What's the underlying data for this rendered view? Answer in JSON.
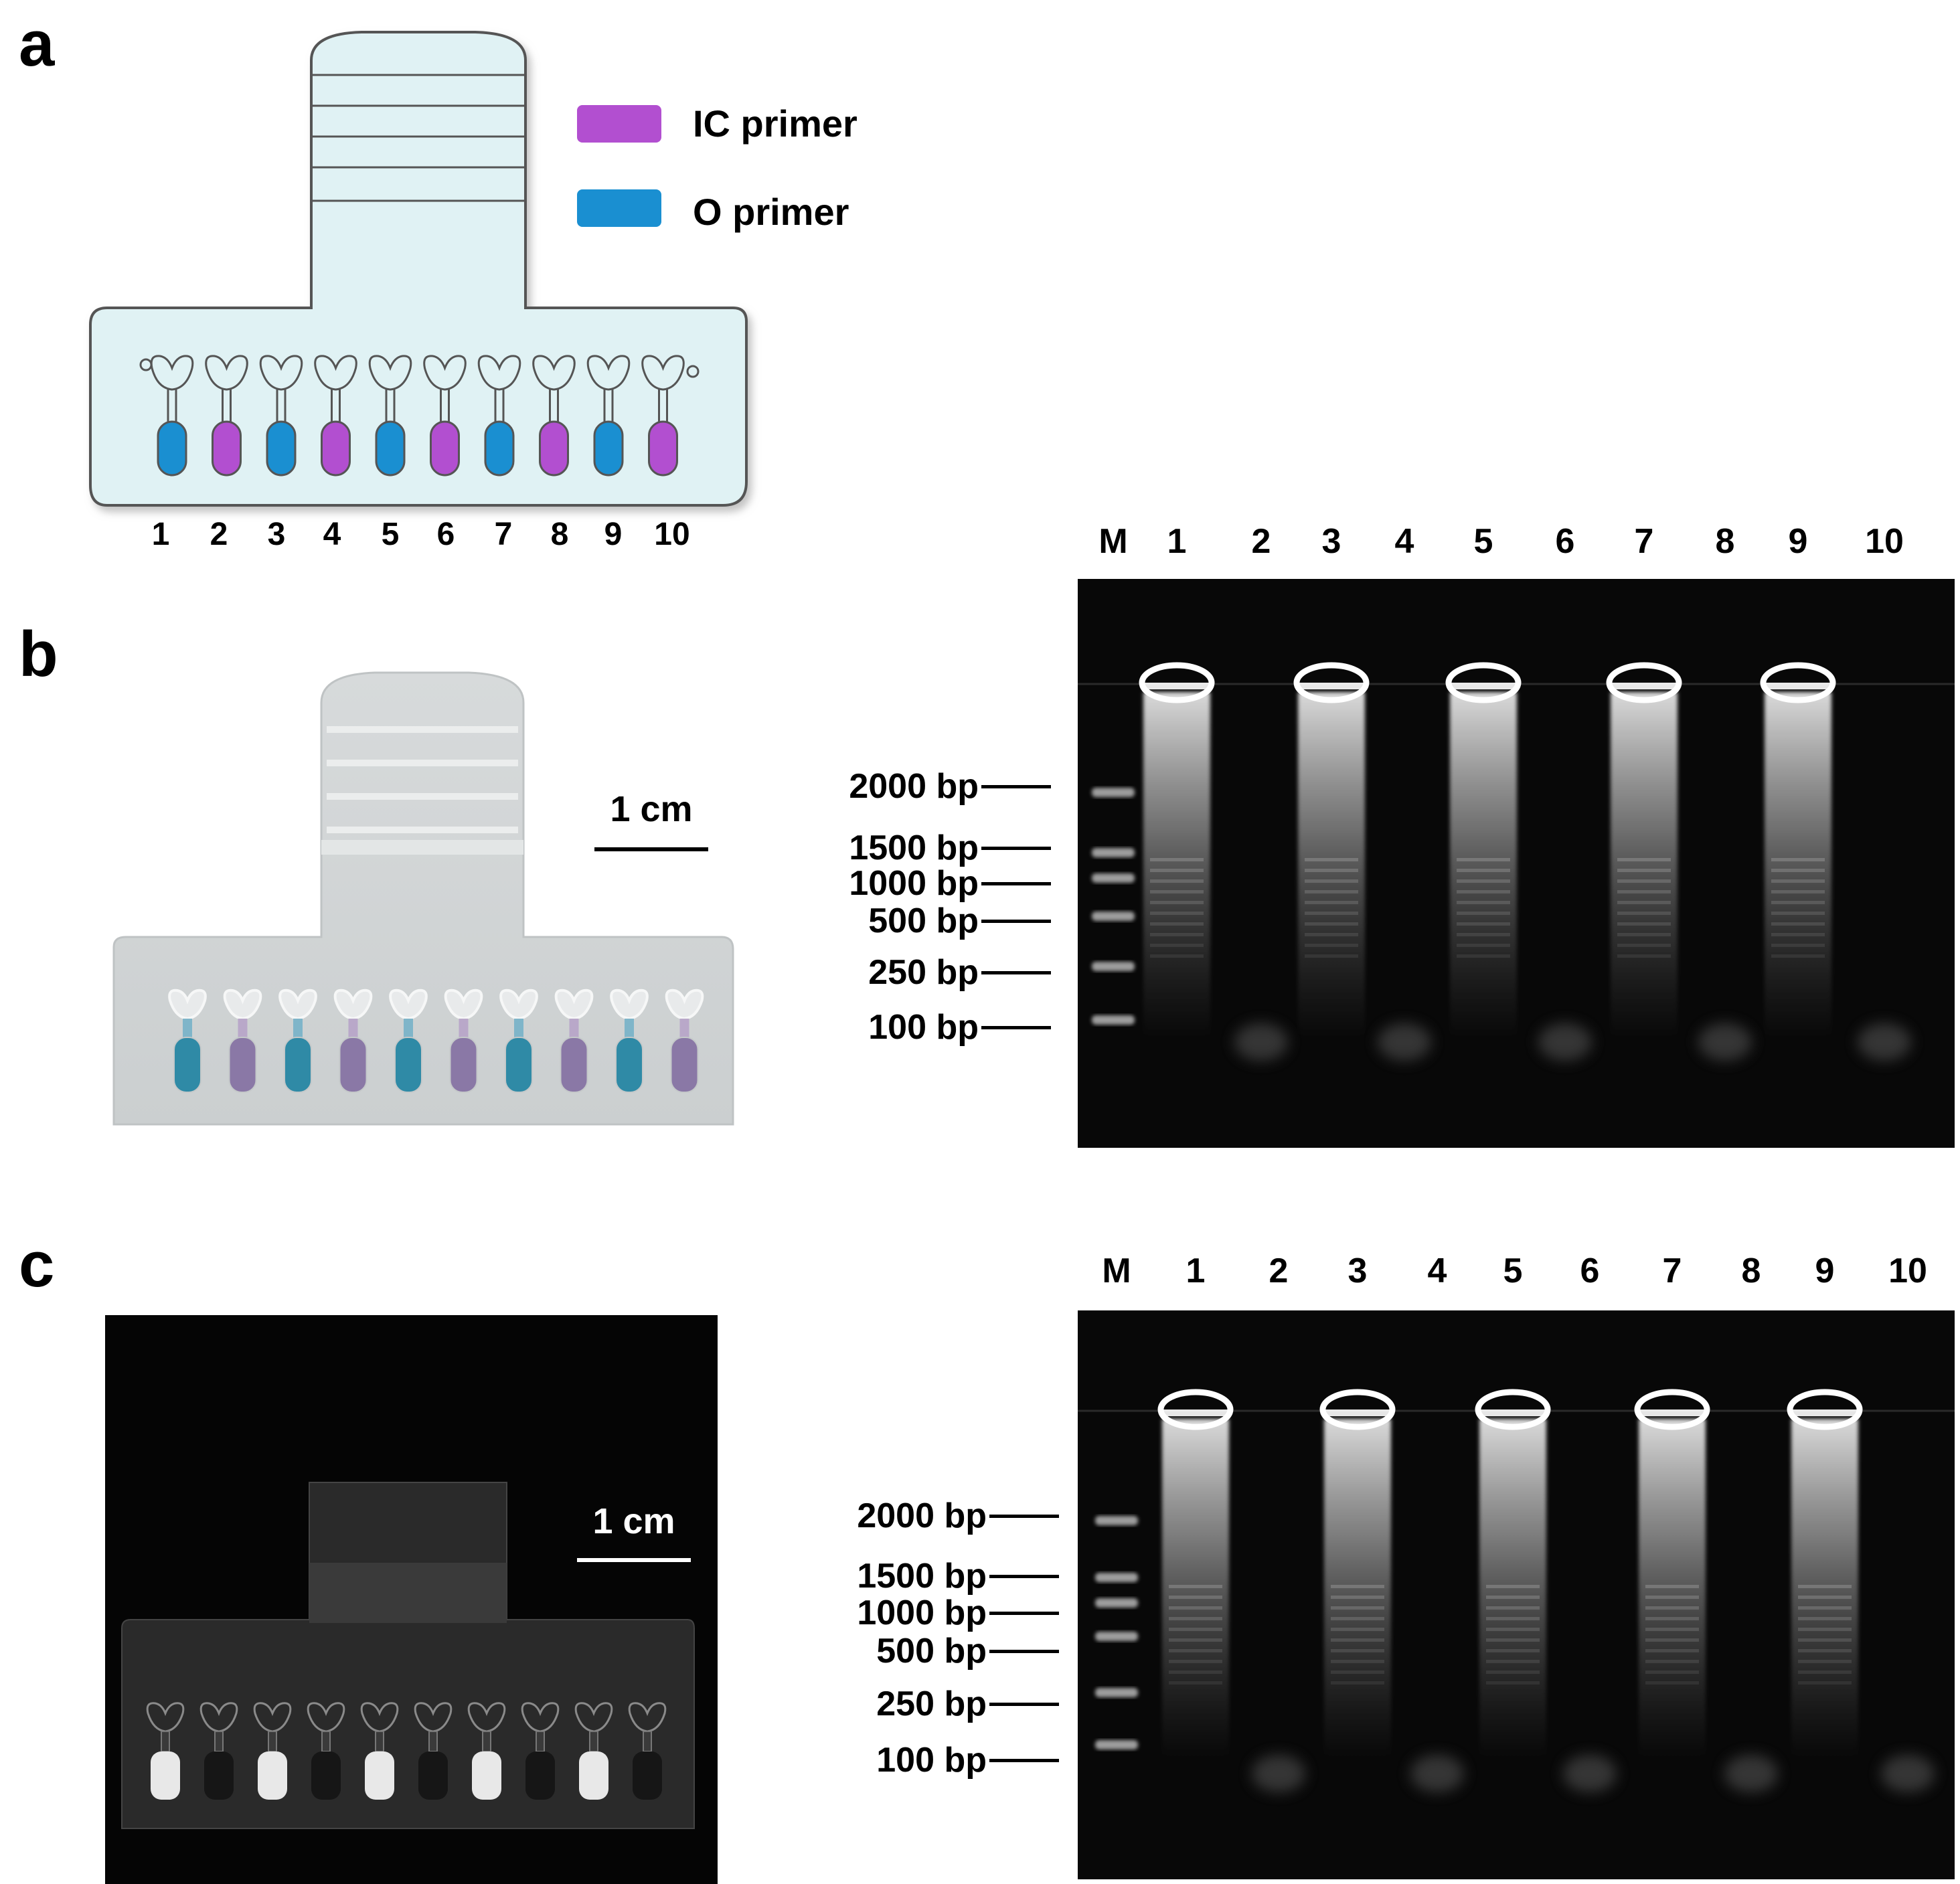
{
  "panels": {
    "a": {
      "label": "a",
      "legend": [
        {
          "text": "IC primer",
          "color": "#b24fd0"
        },
        {
          "text": "O primer",
          "color": "#1a8fd1"
        }
      ],
      "lane_numbers": [
        "1",
        "2",
        "3",
        "4",
        "5",
        "6",
        "7",
        "8",
        "9",
        "10"
      ],
      "chip_colors": {
        "body": "#e0f2f4",
        "outline": "#555555",
        "IC": "#b24fd0",
        "O": "#1a8fd1"
      },
      "well_primers": [
        "O",
        "IC",
        "O",
        "IC",
        "O",
        "IC",
        "O",
        "IC",
        "O",
        "IC"
      ]
    },
    "b": {
      "label": "b",
      "scale_bar": "1 cm",
      "gel": {
        "marker_label": "M",
        "lanes": [
          "1",
          "2",
          "3",
          "4",
          "5",
          "6",
          "7",
          "8",
          "9",
          "10"
        ],
        "ladder": [
          "2000 bp",
          "1500 bp",
          "1000 bp",
          "500 bp",
          "250 bp",
          "100 bp"
        ]
      }
    },
    "c": {
      "label": "c",
      "scale_bar": "1 cm",
      "gel": {
        "marker_label": "M",
        "lanes": [
          "1",
          "2",
          "3",
          "4",
          "5",
          "6",
          "7",
          "8",
          "9",
          "10"
        ],
        "ladder": [
          "2000 bp",
          "1500 bp",
          "1000 bp",
          "500 bp",
          "250 bp",
          "100 bp"
        ]
      }
    }
  }
}
